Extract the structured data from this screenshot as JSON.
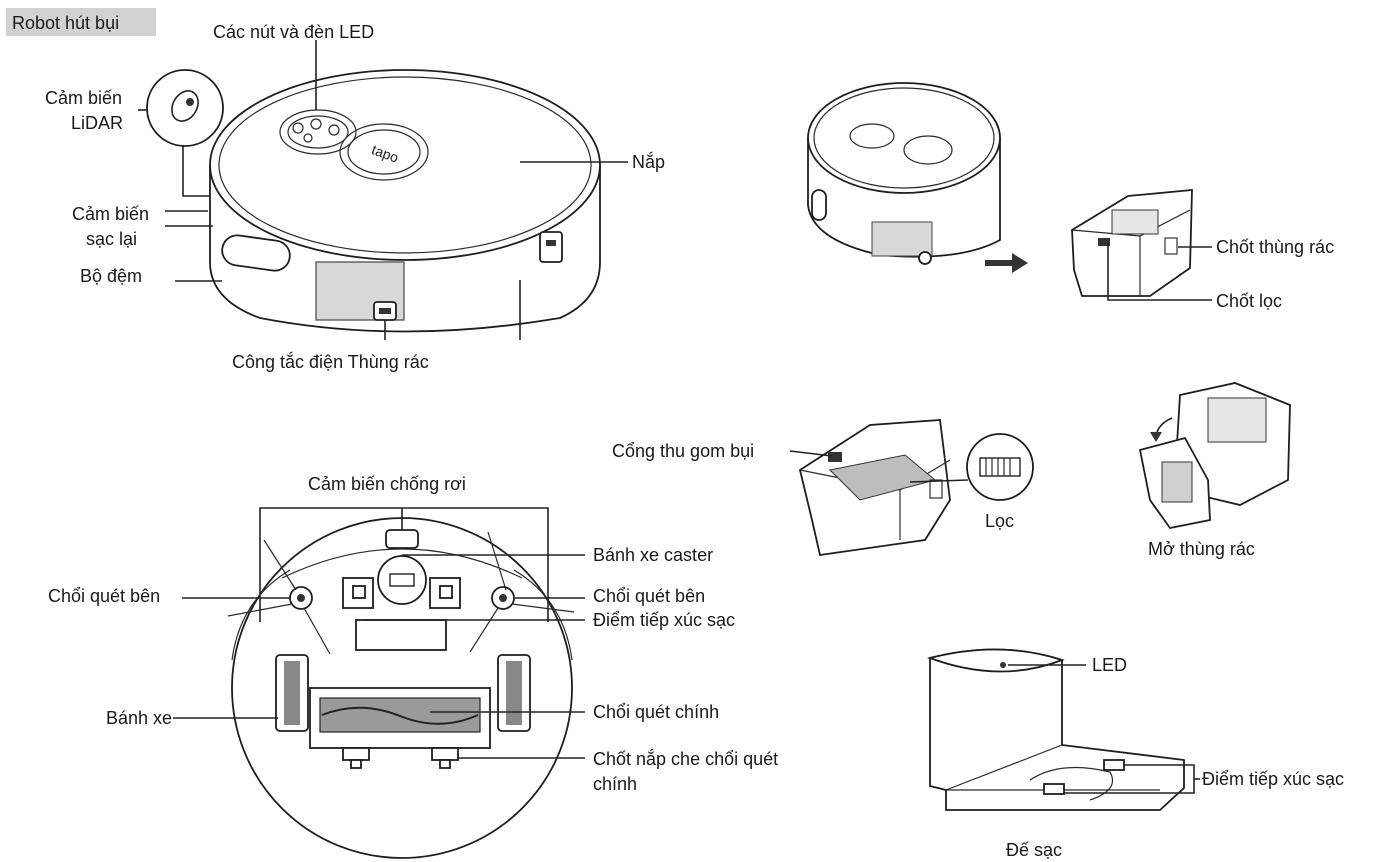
{
  "section_title": "Robot hút bụi",
  "top_view": {
    "buttons_led": "Các nút và đèn LED",
    "lidar_1": "Cảm biến",
    "lidar_2": "LiDAR",
    "recharge_1": "Cảm biến",
    "recharge_2": "sạc lại",
    "bumper": "Bộ đệm",
    "lid": "Nắp",
    "power_dustbin": "Công tắc điện Thùng rác",
    "logo": "tapo"
  },
  "dustbin_view": {
    "dustbin_latch": "Chốt thùng rác",
    "filter_latch": "Chốt lọc"
  },
  "bin_detail": {
    "dust_port": "Cổng thu gom bụi",
    "filter": "Lọc",
    "open_bin": "Mở thùng rác"
  },
  "bottom_view": {
    "cliff_sensor": "Cảm biến chống rơi",
    "caster_wheel": "Bánh xe caster",
    "side_brush_left": "Chổi quét bên",
    "side_brush_right": "Chổi quét bên",
    "charging_contacts": "Điểm tiếp xúc sạc",
    "wheel": "Bánh xe",
    "main_brush": "Chổi quét chính",
    "main_brush_cover_1": "Chốt nắp che chổi quét",
    "main_brush_cover_2": "chính"
  },
  "dock": {
    "led": "LED",
    "contacts": "Điểm tiếp xúc sạc",
    "name": "Đế sạc"
  }
}
